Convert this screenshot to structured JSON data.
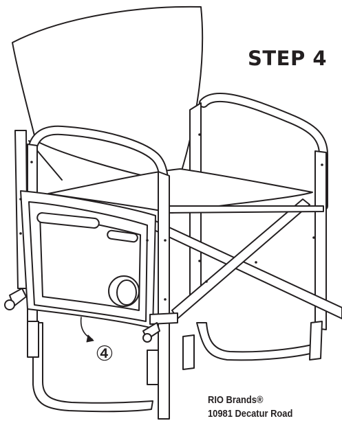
{
  "step": {
    "title": "STEP 4",
    "number": "④"
  },
  "address": {
    "company": "RIO Brands®",
    "street": "10981 Decatur Road"
  },
  "colors": {
    "line": "#231f20",
    "background": "#ffffff"
  }
}
